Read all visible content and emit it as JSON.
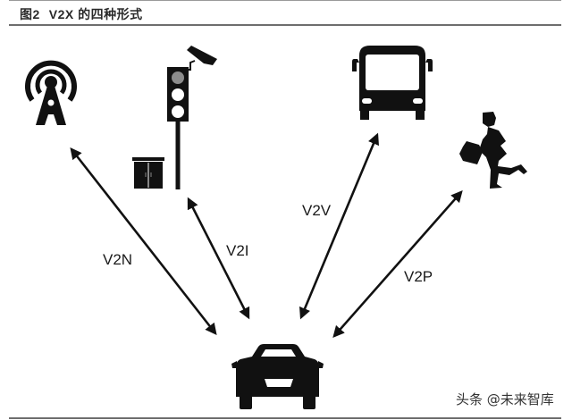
{
  "figure": {
    "number_label": "图2",
    "title": "V2X 的四种形式"
  },
  "nodes": [
    {
      "id": "network",
      "icon": "cell-tower-icon"
    },
    {
      "id": "infrastructure",
      "icon": "traffic-light-icon"
    },
    {
      "id": "vehicle-remote",
      "icon": "bus-icon"
    },
    {
      "id": "pedestrian",
      "icon": "running-person-icon"
    },
    {
      "id": "vehicle",
      "icon": "car-icon"
    }
  ],
  "links": [
    {
      "label": "V2N",
      "from": "vehicle",
      "to": "network",
      "bidirectional": true
    },
    {
      "label": "V2I",
      "from": "vehicle",
      "to": "infrastructure",
      "bidirectional": true
    },
    {
      "label": "V2V",
      "from": "vehicle",
      "to": "vehicle-remote",
      "bidirectional": true
    },
    {
      "label": "V2P",
      "from": "vehicle",
      "to": "pedestrian",
      "bidirectional": true
    }
  ],
  "watermark": "头条 @未来智库",
  "colors": {
    "icon": "#111111",
    "rule": "#6e6e6e",
    "traffic_light_red": "#8c8c8c",
    "background": "#ffffff"
  }
}
